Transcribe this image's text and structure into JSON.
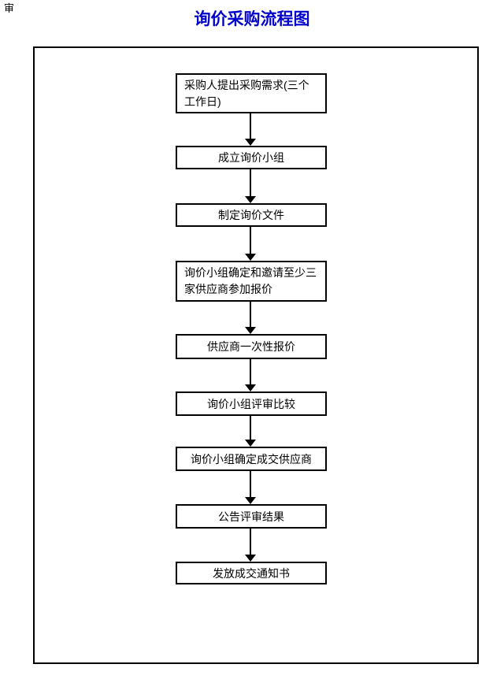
{
  "page": {
    "corner_marker": "审",
    "title": "询价采购流程图"
  },
  "colors": {
    "title_blue": "#0000CC",
    "line_black": "#000000"
  },
  "flowchart": {
    "steps": [
      {
        "label": "采购人提出采购需求(三个\n工作日)"
      },
      {
        "label": "成立询价小组"
      },
      {
        "label": "制定询价文件"
      },
      {
        "label": "询价小组确定和邀请至少三\n家供应商参加报价"
      },
      {
        "label": "供应商一次性报价"
      },
      {
        "label": "询价小组评审比较"
      },
      {
        "label": "询价小组确定成交供应商"
      },
      {
        "label": "公告评审结果"
      },
      {
        "label": "发放成交通知书"
      }
    ]
  }
}
